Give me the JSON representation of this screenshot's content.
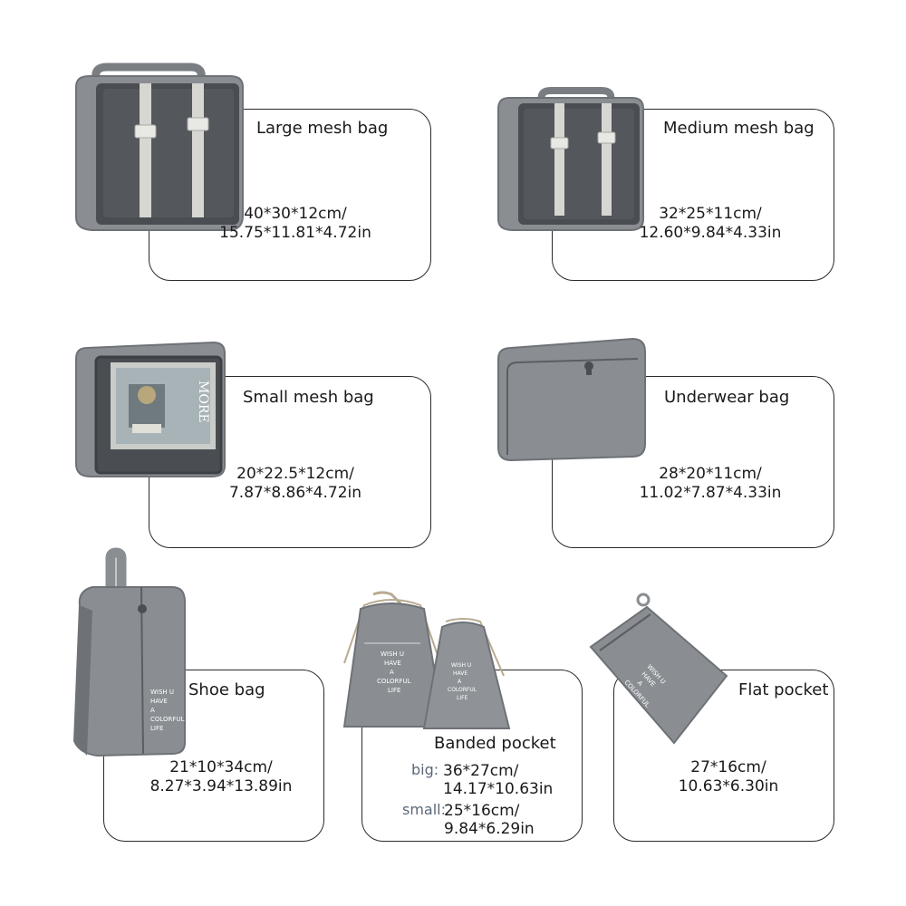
{
  "products": [
    {
      "title": "Large mesh bag",
      "dim_cm": "40*30*12cm/",
      "dim_in": "15.75*11.81*4.72in"
    },
    {
      "title": "Medium mesh bag",
      "dim_cm": "32*25*11cm/",
      "dim_in": "12.60*9.84*4.33in"
    },
    {
      "title": "Small mesh bag",
      "dim_cm": "20*22.5*12cm/",
      "dim_in": "7.87*8.86*4.72in"
    },
    {
      "title": "Underwear bag",
      "dim_cm": "28*20*11cm/",
      "dim_in": "11.02*7.87*4.33in"
    },
    {
      "title": "Shoe bag",
      "dim_cm": "21*10*34cm/",
      "dim_in": "8.27*3.94*13.89in"
    },
    {
      "title": "Banded pocket",
      "big_label": "big:",
      "big_cm": "36*27cm/",
      "big_in": "14.17*10.63in",
      "small_label": "small:",
      "small_cm": "25*16cm/",
      "small_in": "9.84*6.29in"
    },
    {
      "title": "Flat pocket",
      "dim_cm": "27*16cm/",
      "dim_in": "10.63*6.30in"
    }
  ],
  "print_text": {
    "line1": "WISH U",
    "line2": "HAVE",
    "line3": "A",
    "line4": "COLORFUL",
    "line5": "LIFE"
  },
  "book_cover_text": "MORE",
  "colors": {
    "bag_gray": "#8a8e93",
    "bag_dark": "#6e7277",
    "mesh": "#4a4d51",
    "strap": "#d6d6d2",
    "border": "#2a2a2a"
  }
}
